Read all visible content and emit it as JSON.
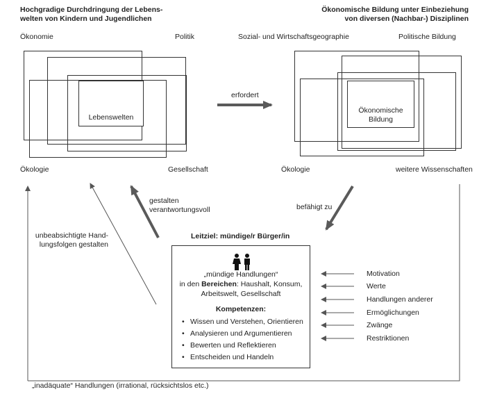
{
  "left": {
    "heading": [
      "Hochgradige Durchdringung der Lebens-",
      "welten von Kindern und Jugendlichen"
    ],
    "top_left": "Ökonomie",
    "top_right": "Politik",
    "bottom_left": "Ökologie",
    "bottom_right": "Gesellschaft",
    "center": "Lebenswelten"
  },
  "right": {
    "heading": [
      "Ökonomische Bildung unter Einbeziehung",
      "von diversen (Nachbar-) Disziplinen"
    ],
    "top_left": "Sozial- und Wirtschaftsgeographie",
    "top_right": "Politische Bildung",
    "bottom_left": "Ökologie",
    "bottom_right": "weitere Wissenschaften",
    "center": [
      "Ökonomische",
      "Bildung"
    ]
  },
  "arrows": {
    "erfordert": "erfordert",
    "befaehigt": "befähigt zu",
    "gestalten": [
      "gestalten",
      "verantwortungsvoll"
    ],
    "unbeabsichtigt": [
      "unbeabsichtigte Hand-",
      "lungsfolgen gestalten"
    ]
  },
  "leitziel": "Leitziel: mündige/r Bürger/in",
  "center_box": {
    "handlungen": "„mündige Handlungen“",
    "bereiche_prefix": "in den ",
    "bereiche_bold": "Bereichen",
    "bereiche_rest": ": Haushalt, Konsum,",
    "bereiche_line2": "Arbeitswelt, Gesellschaft",
    "kompetenzen": "Kompetenzen:",
    "items": [
      "Wissen und Verstehen, Orientieren",
      "Analysieren und Argumentieren",
      "Bewerten und Reflektieren",
      "Entscheiden und Handeln"
    ]
  },
  "factors": [
    "Motivation",
    "Werte",
    "Handlungen anderer",
    "Ermöglichungen",
    "Zwänge",
    "Restriktionen"
  ],
  "bottom_note": "„inadäquate“ Handlungen (irrational, rücksichtslos etc.)",
  "colors": {
    "thick_arrow": "#5a5a5a",
    "thin_line": "#555555",
    "box_border": "#333333"
  }
}
